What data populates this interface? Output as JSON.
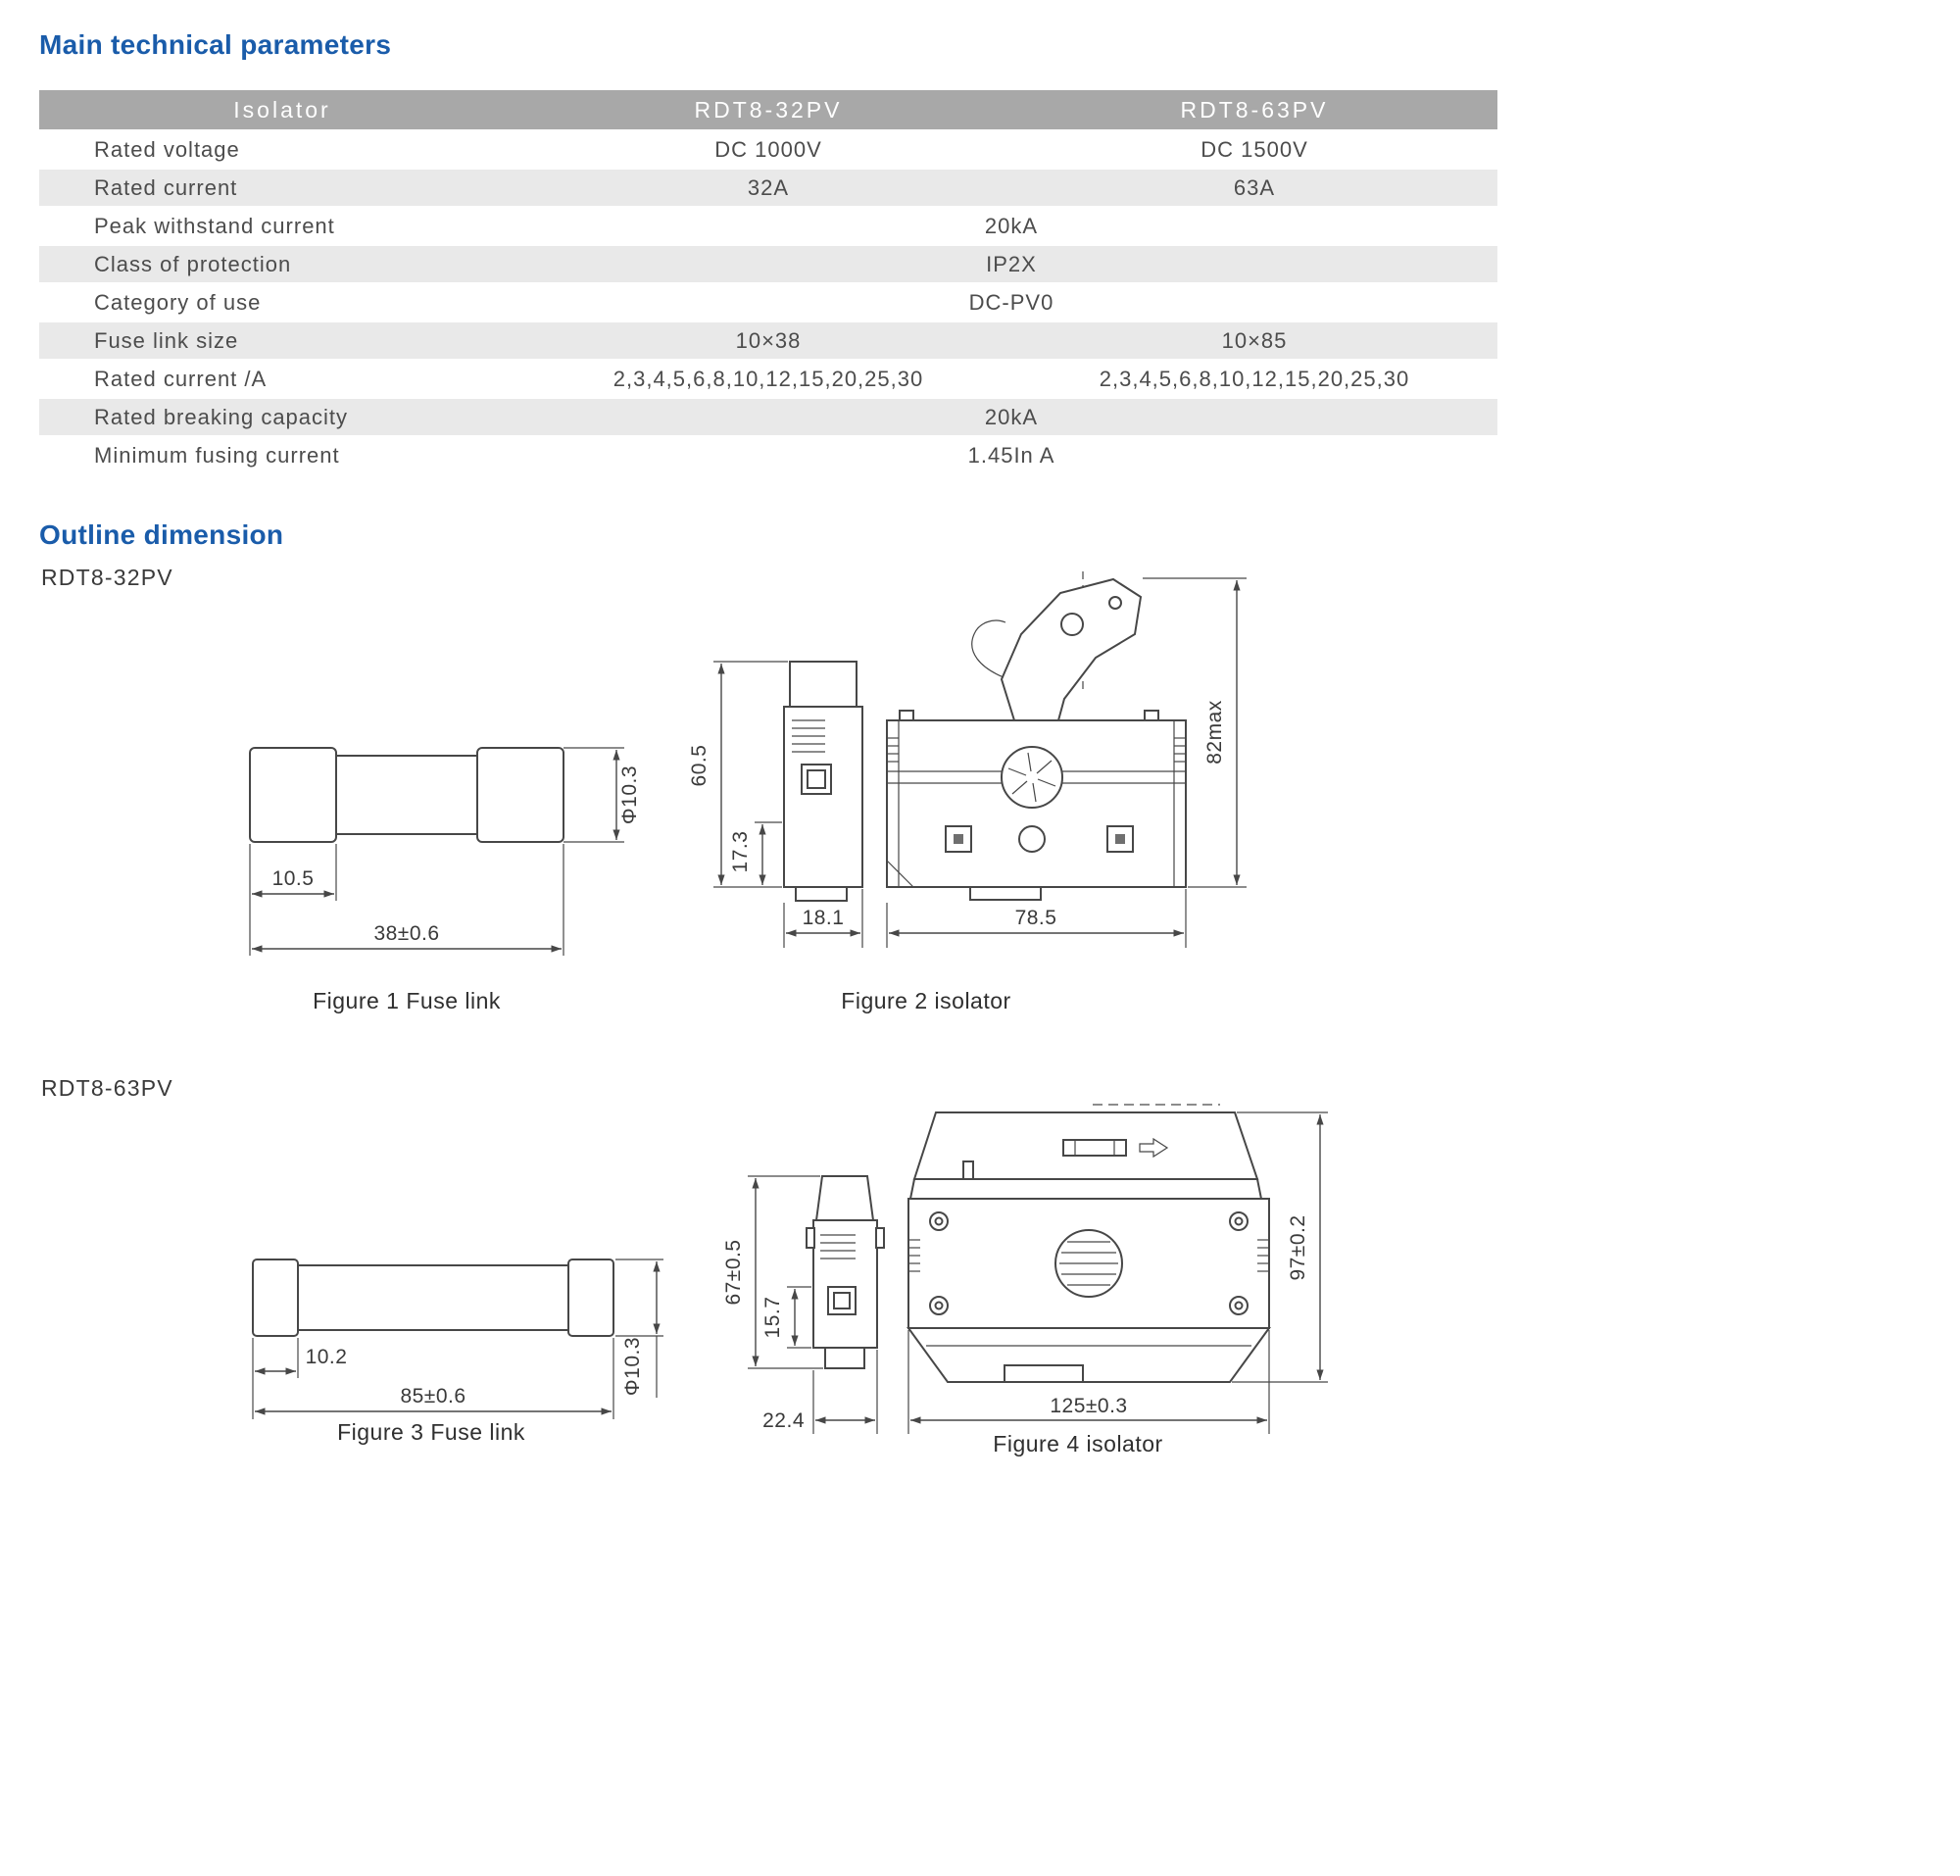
{
  "headings": {
    "main": "Main technical parameters",
    "outline": "Outline dimension"
  },
  "colors": {
    "heading_blue": "#1a5caa",
    "table_header_bg": "#a8a8a8",
    "row_alt_bg": "#e9e9e9",
    "drawing_line": "#474747"
  },
  "table": {
    "header": [
      "Isolator",
      "RDT8-32PV",
      "RDT8-63PV"
    ],
    "rows": [
      {
        "label": "Rated voltage",
        "col32": "DC 1000V",
        "col63": "DC 1500V"
      },
      {
        "label": "Rated current",
        "col32": "32A",
        "col63": "63A"
      },
      {
        "label": "Peak withstand current",
        "merged": "20kA"
      },
      {
        "label": "Class of protection",
        "merged": "IP2X"
      },
      {
        "label": "Category of use",
        "merged": "DC-PV0"
      },
      {
        "label": "Fuse link size",
        "col32": "10×38",
        "col63": "10×85"
      },
      {
        "label": "Rated current /A",
        "col32": "2,3,4,5,6,8,10,12,15,20,25,30",
        "col63": "2,3,4,5,6,8,10,12,15,20,25,30"
      },
      {
        "label": "Rated breaking capacity",
        "merged": "20kA"
      },
      {
        "label": "Minimum fusing current",
        "merged": "1.45In A"
      }
    ]
  },
  "outline_section": {
    "model32": "RDT8-32PV",
    "model63": "RDT8-63PV",
    "fig1": {
      "caption": "Figure 1 Fuse link",
      "dim_cap": "10.5",
      "dim_length": "38±0.6",
      "dim_diameter": "Φ10.3"
    },
    "fig2": {
      "caption": "Figure 2 isolator",
      "dim_height": "60.5",
      "dim_lower": "17.3",
      "dim_depth": "18.1",
      "dim_width": "78.5",
      "dim_total_height": "82max"
    },
    "fig3": {
      "caption": "Figure 3 Fuse link",
      "dim_cap": "10.2",
      "dim_length": "85±0.6",
      "dim_diameter": "Φ10.3"
    },
    "fig4": {
      "caption": "Figure 4 isolator",
      "dim_height": "67±0.5",
      "dim_lower": "15.7",
      "dim_depth": "22.4",
      "dim_width": "125±0.3",
      "dim_total_height": "97±0.2"
    }
  }
}
